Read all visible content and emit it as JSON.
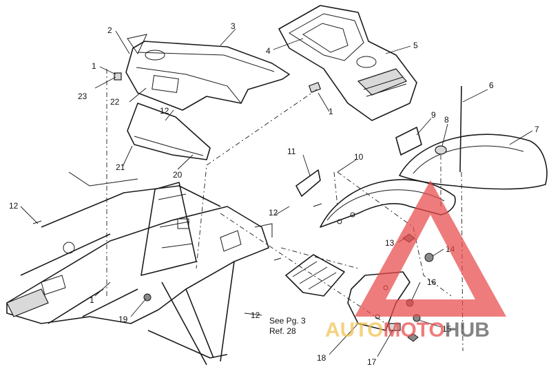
{
  "callouts": [
    {
      "id": "c1a",
      "text": "1"
    },
    {
      "id": "c1b",
      "text": "1"
    },
    {
      "id": "c1c",
      "text": "1"
    },
    {
      "id": "c2",
      "text": "2"
    },
    {
      "id": "c3",
      "text": "3"
    },
    {
      "id": "c4",
      "text": "4"
    },
    {
      "id": "c5",
      "text": "5"
    },
    {
      "id": "c6",
      "text": "6"
    },
    {
      "id": "c7",
      "text": "7"
    },
    {
      "id": "c8",
      "text": "8"
    },
    {
      "id": "c9",
      "text": "9"
    },
    {
      "id": "c10",
      "text": "10"
    },
    {
      "id": "c11",
      "text": "11"
    },
    {
      "id": "c12a",
      "text": "12"
    },
    {
      "id": "c12b",
      "text": "12"
    },
    {
      "id": "c12c",
      "text": "12"
    },
    {
      "id": "c12d",
      "text": "12"
    },
    {
      "id": "c13",
      "text": "13"
    },
    {
      "id": "c14",
      "text": "14"
    },
    {
      "id": "c15",
      "text": "15"
    },
    {
      "id": "c16",
      "text": "16"
    },
    {
      "id": "c17",
      "text": "17"
    },
    {
      "id": "c18",
      "text": "18"
    },
    {
      "id": "c19",
      "text": "19"
    },
    {
      "id": "c20",
      "text": "20"
    },
    {
      "id": "c21",
      "text": "21"
    },
    {
      "id": "c22",
      "text": "22"
    },
    {
      "id": "c23",
      "text": "23"
    }
  ],
  "note": "See Pg. 3\nRef. 28",
  "watermark": {
    "part1": "AUTO",
    "part2": "MOTO",
    "part3": "HUB",
    "color_primary": "#e84a4a",
    "color_secondary": "#f2c14e",
    "color_dark": "#555555"
  }
}
